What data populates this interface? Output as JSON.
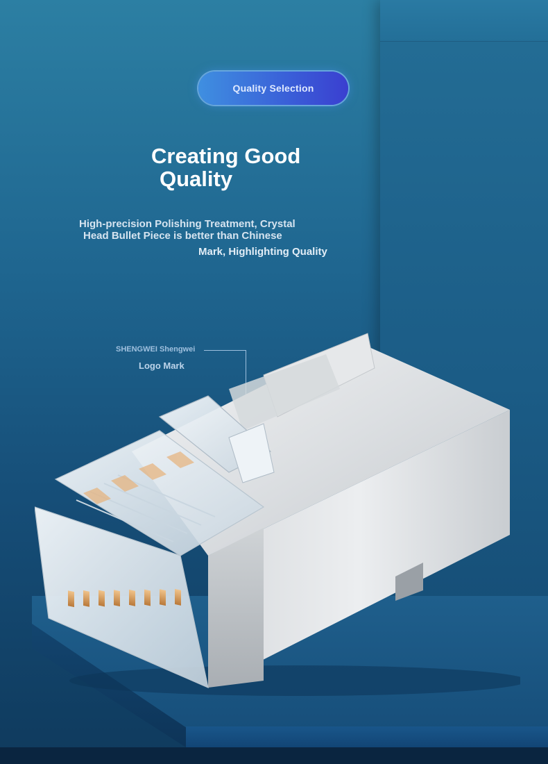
{
  "badge": {
    "label": "Quality Selection"
  },
  "headline": {
    "line1": "Creating Good",
    "line2": "Quality"
  },
  "description": {
    "line1": "High-precision Polishing Treatment, Crystal",
    "line2": "Head Bullet Piece is better than Chinese",
    "line3": "Mark, Highlighting Quality"
  },
  "callout": {
    "brand": "SHENGWEI Shengwei",
    "label": "Logo Mark"
  },
  "colors": {
    "background": "#1f6690",
    "accent": "#3a5fd8",
    "text": "#ffffff"
  }
}
